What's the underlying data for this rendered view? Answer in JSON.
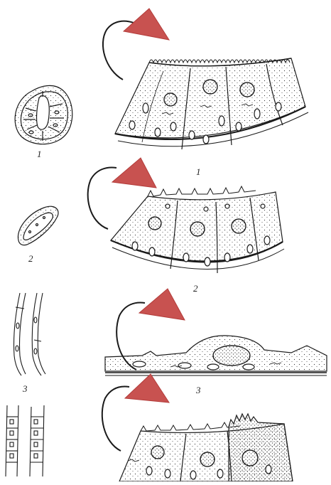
{
  "figure": {
    "left_labels": [
      "1",
      "2",
      "3"
    ],
    "right_labels": [
      "1",
      "2",
      "3"
    ],
    "colors": {
      "ink": "#1a1a1a",
      "arrow_fill": "#c85250",
      "arrow_stroke": "#b33c3a",
      "paper": "#ffffff"
    },
    "icons": [
      "curved-arrow-icon",
      "triangle-arrowhead-icon"
    ]
  }
}
